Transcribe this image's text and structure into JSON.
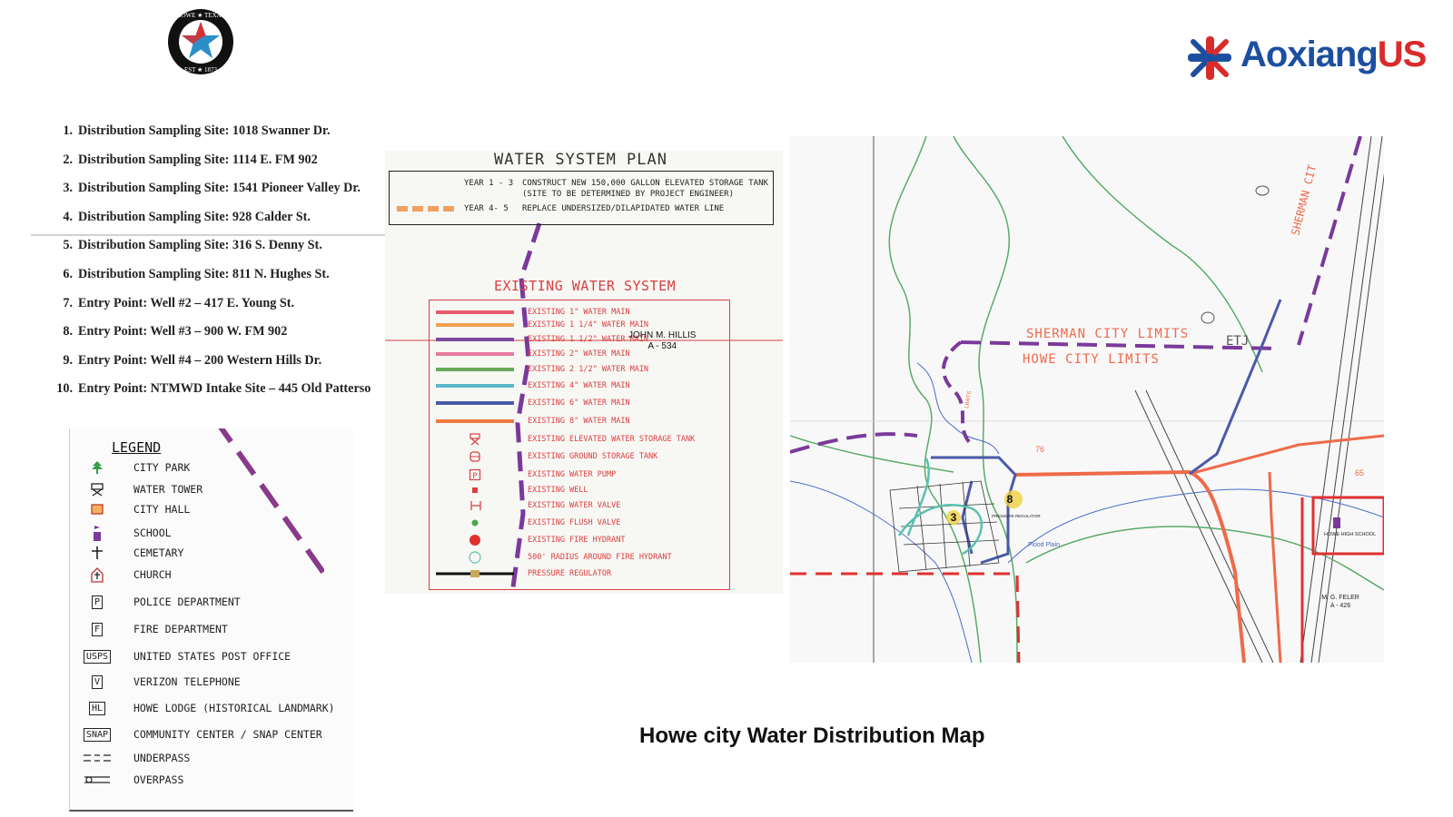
{
  "seal": {
    "top_text": "HOWE ★ TEXAS",
    "bottom_text": "EST ★ 1873"
  },
  "brand": {
    "name_main": "Aoxiang",
    "name_suffix": "US",
    "colors": {
      "blue": "#1d4fa0",
      "red": "#d92b2b"
    }
  },
  "sites": [
    {
      "num": "1.",
      "text": "Distribution Sampling Site: 1018 Swanner Dr."
    },
    {
      "num": "2.",
      "text": "Distribution Sampling Site: 1114 E. FM 902"
    },
    {
      "num": "3.",
      "text": "Distribution Sampling Site: 1541 Pioneer Valley Dr."
    },
    {
      "num": "4.",
      "text": "Distribution Sampling Site: 928 Calder St."
    },
    {
      "num": "5.",
      "text": "Distribution Sampling Site: 316 S. Denny St."
    },
    {
      "num": "6.",
      "text": "Distribution Sampling Site: 811 N. Hughes St."
    },
    {
      "num": "7.",
      "text": "Entry Point: Well #2 – 417 E. Young St."
    },
    {
      "num": "8.",
      "text": "Entry Point: Well #3 – 900 W. FM 902"
    },
    {
      "num": "9.",
      "text": "Entry Point: Well #4 – 200 Western Hills Dr."
    },
    {
      "num": "10.",
      "text": "Entry Point: NTMWD Intake Site – 445 Old Patterso"
    }
  ],
  "legend": {
    "title": "LEGEND",
    "items": [
      {
        "icon": "tree-icon",
        "symbol": "",
        "label": "CITY PARK"
      },
      {
        "icon": "water-tower-icon",
        "symbol": "",
        "label": "WATER TOWER"
      },
      {
        "icon": "city-hall-icon",
        "symbol": "",
        "label": "CITY HALL"
      },
      {
        "icon": "school-flag-icon",
        "symbol": "",
        "label": "SCHOOL"
      },
      {
        "icon": "cross-icon",
        "symbol": "",
        "label": "CEMETARY"
      },
      {
        "icon": "church-icon",
        "symbol": "",
        "label": "CHURCH"
      },
      {
        "icon": "box-letter-icon",
        "symbol": "P",
        "label": "POLICE DEPARTMENT"
      },
      {
        "icon": "box-letter-icon",
        "symbol": "F",
        "label": "FIRE DEPARTMENT"
      },
      {
        "icon": "box-letter-icon",
        "symbol": "USPS",
        "label": "UNITED STATES POST OFFICE"
      },
      {
        "icon": "box-letter-icon",
        "symbol": "V",
        "label": "VERIZON TELEPHONE"
      },
      {
        "icon": "box-letter-icon",
        "symbol": "HL",
        "label": "HOWE LODGE (HISTORICAL LANDMARK)"
      },
      {
        "icon": "box-letter-icon",
        "symbol": "SNAP",
        "label": "COMMUNITY CENTER / SNAP CENTER"
      },
      {
        "icon": "underpass-icon",
        "symbol": "",
        "label": "UNDERPASS"
      },
      {
        "icon": "overpass-icon",
        "symbol": "",
        "label": "OVERPASS"
      }
    ]
  },
  "plan": {
    "title": "WATER SYSTEM PLAN",
    "year13_label": "YEAR 1 - 3",
    "year13_text1": "CONSTRUCT NEW 150,000 GALLON ELEVATED STORAGE TANK",
    "year13_text2": "(SITE TO BE DETERMINED BY PROJECT ENGINEER)",
    "year45_label": "YEAR 4- 5",
    "year45_text": "REPLACE UNDERSIZED/DILAPIDATED WATER LINE",
    "existing_title": "EXISTING WATER SYSTEM",
    "owner_name": "JOHN M. HILLIS",
    "owner_abstract": "A - 534",
    "existing": [
      {
        "kind": "line",
        "color": "#e85a6a",
        "label": "EXISTING 1\" WATER MAIN"
      },
      {
        "kind": "line",
        "color": "#f0a050",
        "label": "EXISTING 1 1/4\" WATER MAIN"
      },
      {
        "kind": "line",
        "color": "#7a4a9a",
        "label": "EXISTING 1 1/2\" WATER MAIN"
      },
      {
        "kind": "line",
        "color": "#e87aa0",
        "label": "EXISTING 2\" WATER MAIN"
      },
      {
        "kind": "line",
        "color": "#6aaa5a",
        "label": "EXISTING 2 1/2\" WATER MAIN"
      },
      {
        "kind": "line",
        "color": "#5ab8c8",
        "label": "EXISTING 4\" WATER MAIN"
      },
      {
        "kind": "line",
        "color": "#4a5aa8",
        "label": "EXISTING 6\" WATER MAIN"
      },
      {
        "kind": "line",
        "color": "#ef7a40",
        "label": "EXISTING 8\" WATER MAIN"
      },
      {
        "kind": "tower",
        "color": "#d94040",
        "label": "EXISTING ELEVATED WATER STORAGE TANK"
      },
      {
        "kind": "ground",
        "color": "#d94040",
        "label": "EXISTING GROUND STORAGE TANK"
      },
      {
        "kind": "pump",
        "color": "#d94040",
        "label": "EXISTING WATER PUMP"
      },
      {
        "kind": "well",
        "color": "#d94040",
        "label": "EXISTING WELL"
      },
      {
        "kind": "valve",
        "color": "#d94040",
        "label": "EXISTING WATER VALVE"
      },
      {
        "kind": "flush",
        "color": "#4aa84a",
        "label": "EXISTING FLUSH VALVE"
      },
      {
        "kind": "hydrant",
        "color": "#e03030",
        "label": "EXISTING FIRE HYDRANT"
      },
      {
        "kind": "radius",
        "color": "#5ac0b0",
        "label": "500' RADIUS AROUND FIRE HYDRANT"
      },
      {
        "kind": "regulator",
        "color": "#111111",
        "label": "PRESSURE REGULATOR"
      }
    ]
  },
  "map": {
    "sherman_limits": "SHERMAN CITY LIMITS",
    "howe_limits": "HOWE CITY LIMITS",
    "etj": "ETJ",
    "sherman_vertical": "SHERMAN CIT",
    "school_label": "HOWE HIGH SCHOOL",
    "survey_name": "M. G. FELER",
    "survey_abstract": "A - 426",
    "road_76": "76",
    "road_65": "65",
    "flood_plain": "Flood Plain",
    "pressure_regulator": "PRESSURE REGULATOR",
    "limits_label": "LIMITS",
    "site_marks": [
      "8",
      "3"
    ]
  },
  "caption": "Howe city Water Distribution Map"
}
